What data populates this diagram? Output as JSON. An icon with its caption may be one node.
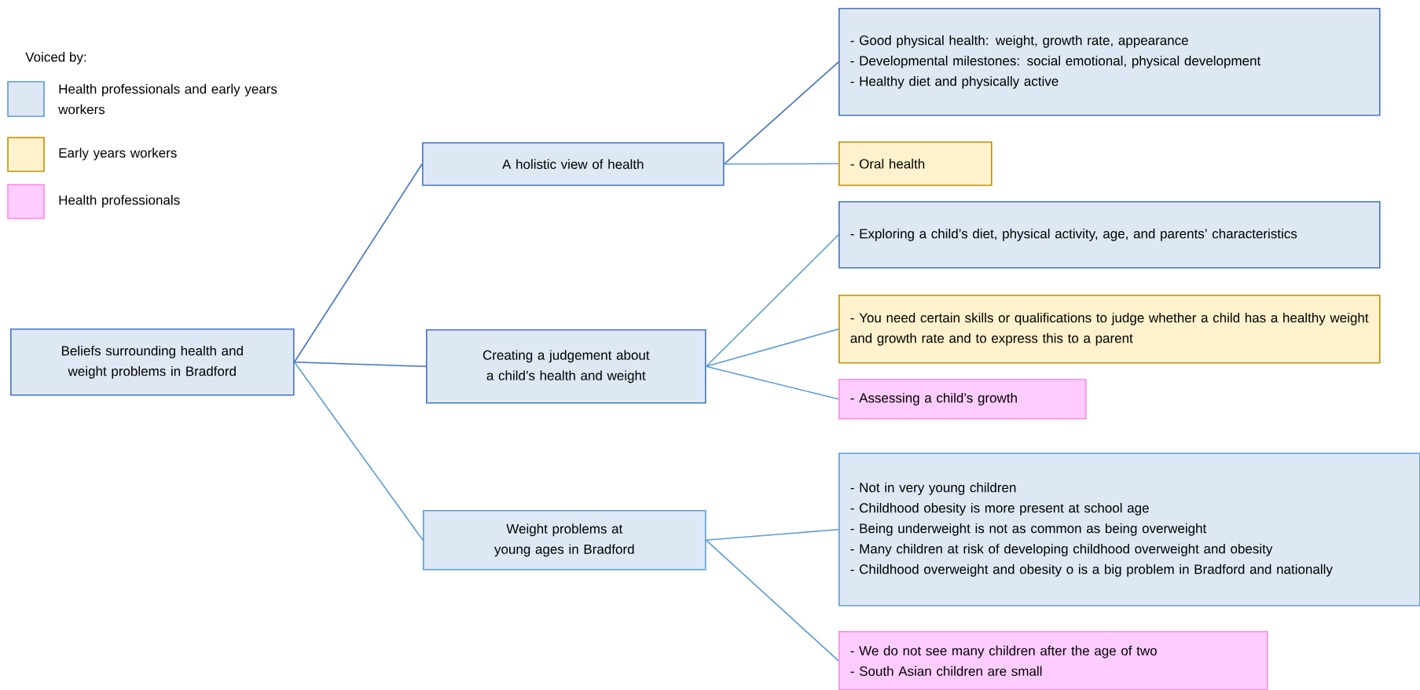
{
  "diagram": {
    "nodes": [
      {
        "text": [
          "Beliefs surrounding health and weight problems in Bradford"
        ]
      },
      {
        "text": [
          "A holistic view of health"
        ]
      },
      {
        "text": [
          "Creating a judgement about a child’s health and weight"
        ]
      },
      {
        "text": [
          "Weight problems at young ages in Bradford"
        ]
      },
      {
        "text": [
          "- Good physical health: weight, growth rate, appearance",
          "- Developmental milestones: social emotional, physical development",
          "- Healthy diet and physically active"
        ]
      },
      {
        "text": [
          "- Oral health"
        ]
      },
      {
        "text": [
          "- Exploring a child’s diet, physical activity, age, and parents’ characteristics"
        ]
      },
      {
        "text": [
          "- You need certain skills or qualifications to judge whether a child has a healthy weight and growth rate and to express this to a parent"
        ]
      },
      {
        "text": [
          "- Assessing a child’s growth"
        ]
      },
      {
        "text": [
          "- Not in very young children",
          "- Childhood obesity is more present at school age",
          "- Being underweight is not as common as  being overweight",
          "- Many children at risk of developing childhood overweight and obesity",
          "- Childhood  overweight and obesity o is a big problem in Bradford and nationally"
        ]
      },
      {
        "text": [
          "- We do not see many children after the age of two",
          "- South Asian children are small"
        ]
      }
    ],
    "edges": [
      {
        "from": 0,
        "to": 1,
        "arrow": "none",
        "color": "#4472c4"
      },
      {
        "from": 0,
        "to": 2,
        "arrow": "none",
        "color": "#4472c4"
      },
      {
        "from": 0,
        "to": 3,
        "arrow": "none"
      },
      {
        "from": 1,
        "to": 4,
        "arrow": "none",
        "color": "#4472c4"
      },
      {
        "from": 1,
        "to": 5,
        "arrow": "none"
      },
      {
        "from": 2,
        "to": 6,
        "arrow": "none"
      },
      {
        "from": 2,
        "to": 7,
        "arrow": "none"
      },
      {
        "from": 2,
        "to": 8,
        "arrow": "none"
      },
      {
        "from": 3,
        "to": 9,
        "arrow": "none"
      },
      {
        "from": 3,
        "to": 10,
        "arrow": "none"
      }
    ],
    "labels": [
      "Voiced by:"
    ],
    "legend": [
      {
        "text": "Health professionals and early years workers",
        "color": "#dee8f5"
      },
      {
        "text": "Early years workers",
        "color": "#fff2cc"
      },
      {
        "text": "Health professionals",
        "color": "#ffccff"
      }
    ]
  }
}
